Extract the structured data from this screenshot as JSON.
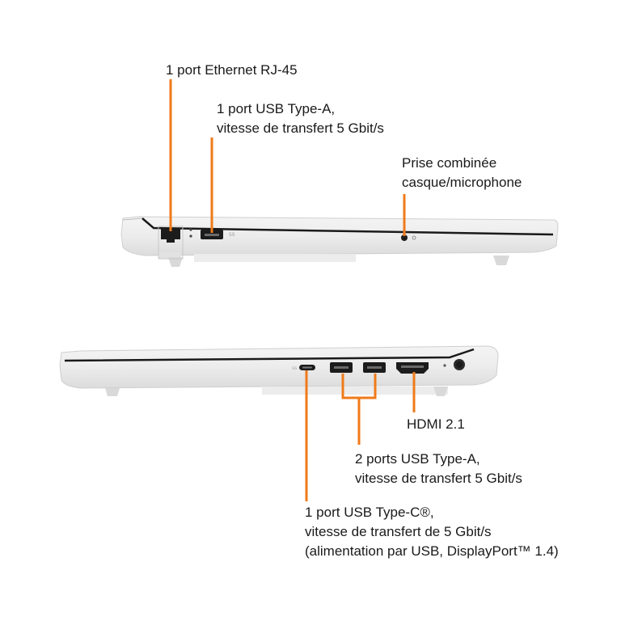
{
  "accent_color": "#f07a1a",
  "callouts": {
    "ethernet": {
      "line1": "1 port Ethernet RJ-45"
    },
    "usb_a_left": {
      "line1": "1 port USB Type-A,",
      "line2": "vitesse de transfert 5 Gbit/s"
    },
    "audio_jack": {
      "line1": "Prise combinée",
      "line2": "casque/microphone"
    },
    "hdmi": {
      "line1": "HDMI 2.1"
    },
    "usb_a_right": {
      "line1": "2 ports USB Type-A,",
      "line2": "vitesse de transfert 5 Gbit/s"
    },
    "usb_c": {
      "line1": "1 port USB Type-C®,",
      "line2": "vitesse de transfert de 5 Gbit/s",
      "line3": "(alimentation par USB, DisplayPort™ 1.4)"
    }
  }
}
